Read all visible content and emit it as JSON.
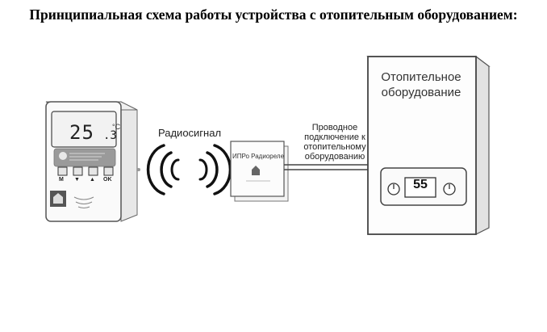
{
  "title": "Принципиальная схема работы устройства с отопительным оборудованием:",
  "labels": {
    "radio_signal": "Радиосигнал",
    "wired_connection": "Проводное подключение к отопительному оборудованию",
    "heating_equipment": "Отопительное оборудование"
  },
  "thermostat": {
    "display_value": "25",
    "display_decimal": ".3",
    "display_unit": "°C",
    "buttons": [
      "M",
      "▼",
      "▲",
      "OK"
    ]
  },
  "relay": {
    "label": "ИПРо Радиореле"
  },
  "boiler": {
    "display_value": "55"
  },
  "icons": [
    "thermostat-device",
    "radio-waves-icon",
    "radio-relay-device",
    "heating-boiler",
    "knob-icon"
  ]
}
